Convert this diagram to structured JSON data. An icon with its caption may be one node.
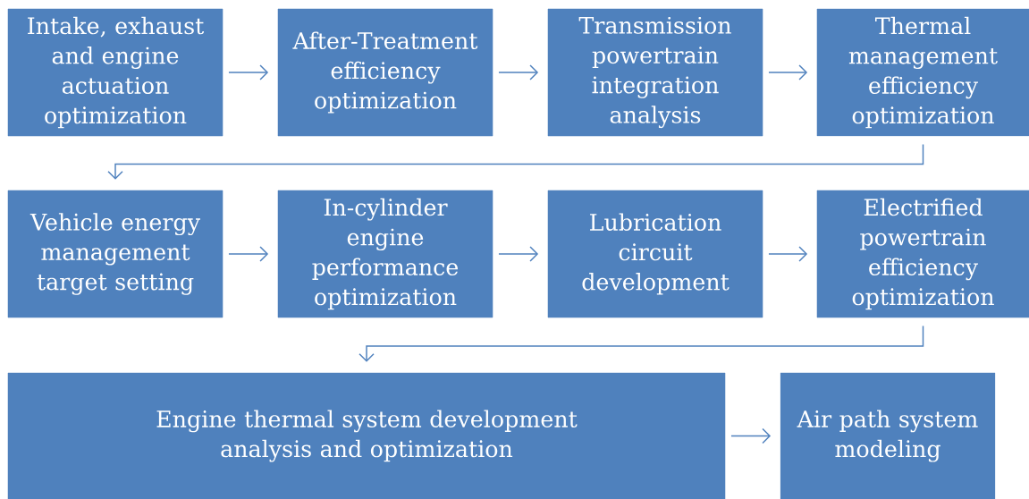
{
  "diagram": {
    "nodes": [
      {
        "text": [
          "Intake, exhaust and engine actuation optimization"
        ]
      },
      {
        "text": [
          "After-Treatment efficiency optimization"
        ]
      },
      {
        "text": [
          "Transmission powertrain integration analysis"
        ]
      },
      {
        "text": [
          "Thermal management efficiency optimization"
        ]
      },
      {
        "text": [
          "Vehicle energy management target setting"
        ]
      },
      {
        "text": [
          "In-cylinder engine performance optimization"
        ]
      },
      {
        "text": [
          "Lubrication circuit development"
        ]
      },
      {
        "text": [
          "Electrified powertrain efficiency optimization"
        ]
      },
      {
        "text": [
          "Engine thermal system development analysis and optimization"
        ]
      },
      {
        "text": [
          "Air path system modeling"
        ]
      }
    ],
    "edges": [
      {
        "from": 0,
        "to": 1,
        "arrow": "to"
      },
      {
        "from": 1,
        "to": 2,
        "arrow": "to"
      },
      {
        "from": 2,
        "to": 3,
        "arrow": "to"
      },
      {
        "from": 3,
        "to": 4,
        "arrow": "to"
      },
      {
        "from": 4,
        "to": 5,
        "arrow": "to"
      },
      {
        "from": 5,
        "to": 6,
        "arrow": "to"
      },
      {
        "from": 6,
        "to": 7,
        "arrow": "to"
      },
      {
        "from": 7,
        "to": 8,
        "arrow": "to"
      },
      {
        "from": 8,
        "to": 9,
        "arrow": "to"
      }
    ]
  }
}
